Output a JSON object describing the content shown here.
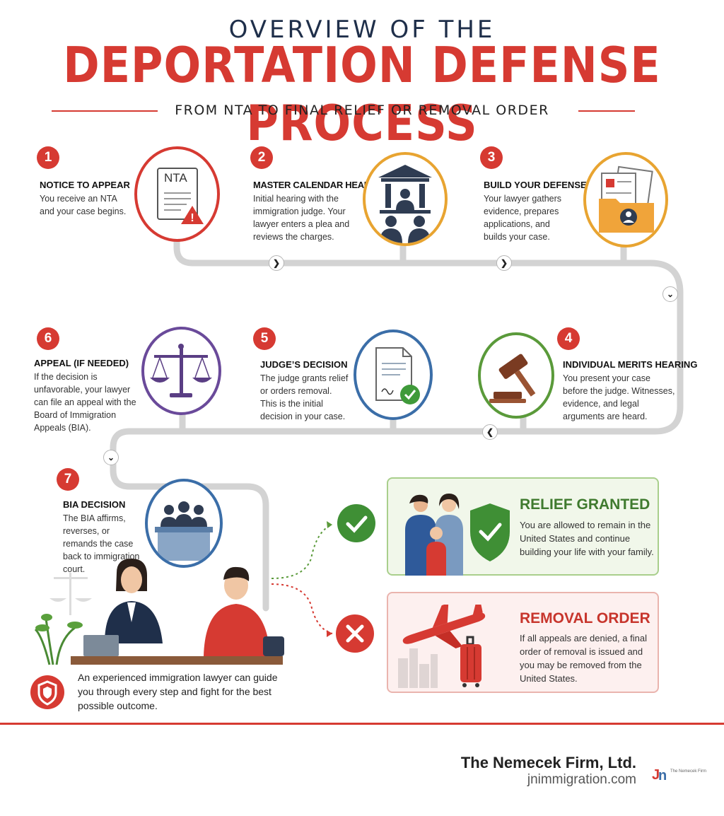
{
  "header": {
    "top_line": "OVERVIEW OF THE",
    "title": "DEPORTATION DEFENSE PROCESS",
    "subtitle": "FROM NTA TO FINAL RELIEF OR REMOVAL ORDER"
  },
  "steps": [
    {
      "number": "1",
      "title": "NOTICE TO APPEAR",
      "description": "You receive an NTA and your case begins.",
      "icon_label": "NTA",
      "icon": "nta-document-icon",
      "color": "#d63a32"
    },
    {
      "number": "2",
      "title": "MASTER CALENDAR HEARING",
      "description": "Initial hearing with the immigration judge. Your lawyer enters a plea and reviews the charges.",
      "icon": "courthouse-icon",
      "color": "#e8a431"
    },
    {
      "number": "3",
      "title": "BUILD YOUR DEFENSE",
      "description": "Your lawyer gathers evidence, prepares applications, and builds your case.",
      "icon": "case-folder-icon",
      "color": "#e8a431"
    },
    {
      "number": "4",
      "title": "INDIVIDUAL MERITS HEARING",
      "description": "You present your case before the judge. Witnesses, evidence, and legal arguments are heard.",
      "icon": "gavel-icon",
      "color": "#5a9a3a"
    },
    {
      "number": "5",
      "title": "JUDGE’S DECISION",
      "description": "The judge grants relief or orders removal. This is the initial decision in your case.",
      "icon": "signed-document-icon",
      "color": "#3b6ea8"
    },
    {
      "number": "6",
      "title": "APPEAL (IF NEEDED)",
      "description": "If the decision is unfavorable, your lawyer can file an appeal with the Board of Immigration Appeals (BIA).",
      "icon": "scales-icon",
      "color": "#6a4a9a"
    },
    {
      "number": "7",
      "title": "BIA DECISION",
      "description": "The BIA affirms, reverses, or remands the case back to immigration court.",
      "icon": "board-panel-icon",
      "color": "#3b6ea8"
    }
  ],
  "outcomes": {
    "relief": {
      "title": "RELIEF GRANTED",
      "description": "You are allowed to remain in the United States and continue building your life with your family.",
      "color": "#3f7a2e",
      "bg": "#f1f7ea",
      "border": "#a9cf8c"
    },
    "removal": {
      "title": "REMOVAL ORDER",
      "description": "If all appeals are denied, a final order of removal is issued and you may be removed from the United States.",
      "color": "#c7352c",
      "bg": "#fdf0ef",
      "border": "#eab4ae"
    }
  },
  "lawyer_note": "An experienced immigration lawyer can guide you through every step and fight for the best possible outcome.",
  "footer": {
    "firm_name": "The Nemecek Firm, Ltd.",
    "url": "jnimmigration.com",
    "logo_text": "The Nemecek Firm"
  },
  "colors": {
    "accent": "#d63a32",
    "navy": "#1f2f4a",
    "path": "#d3d3d3"
  }
}
